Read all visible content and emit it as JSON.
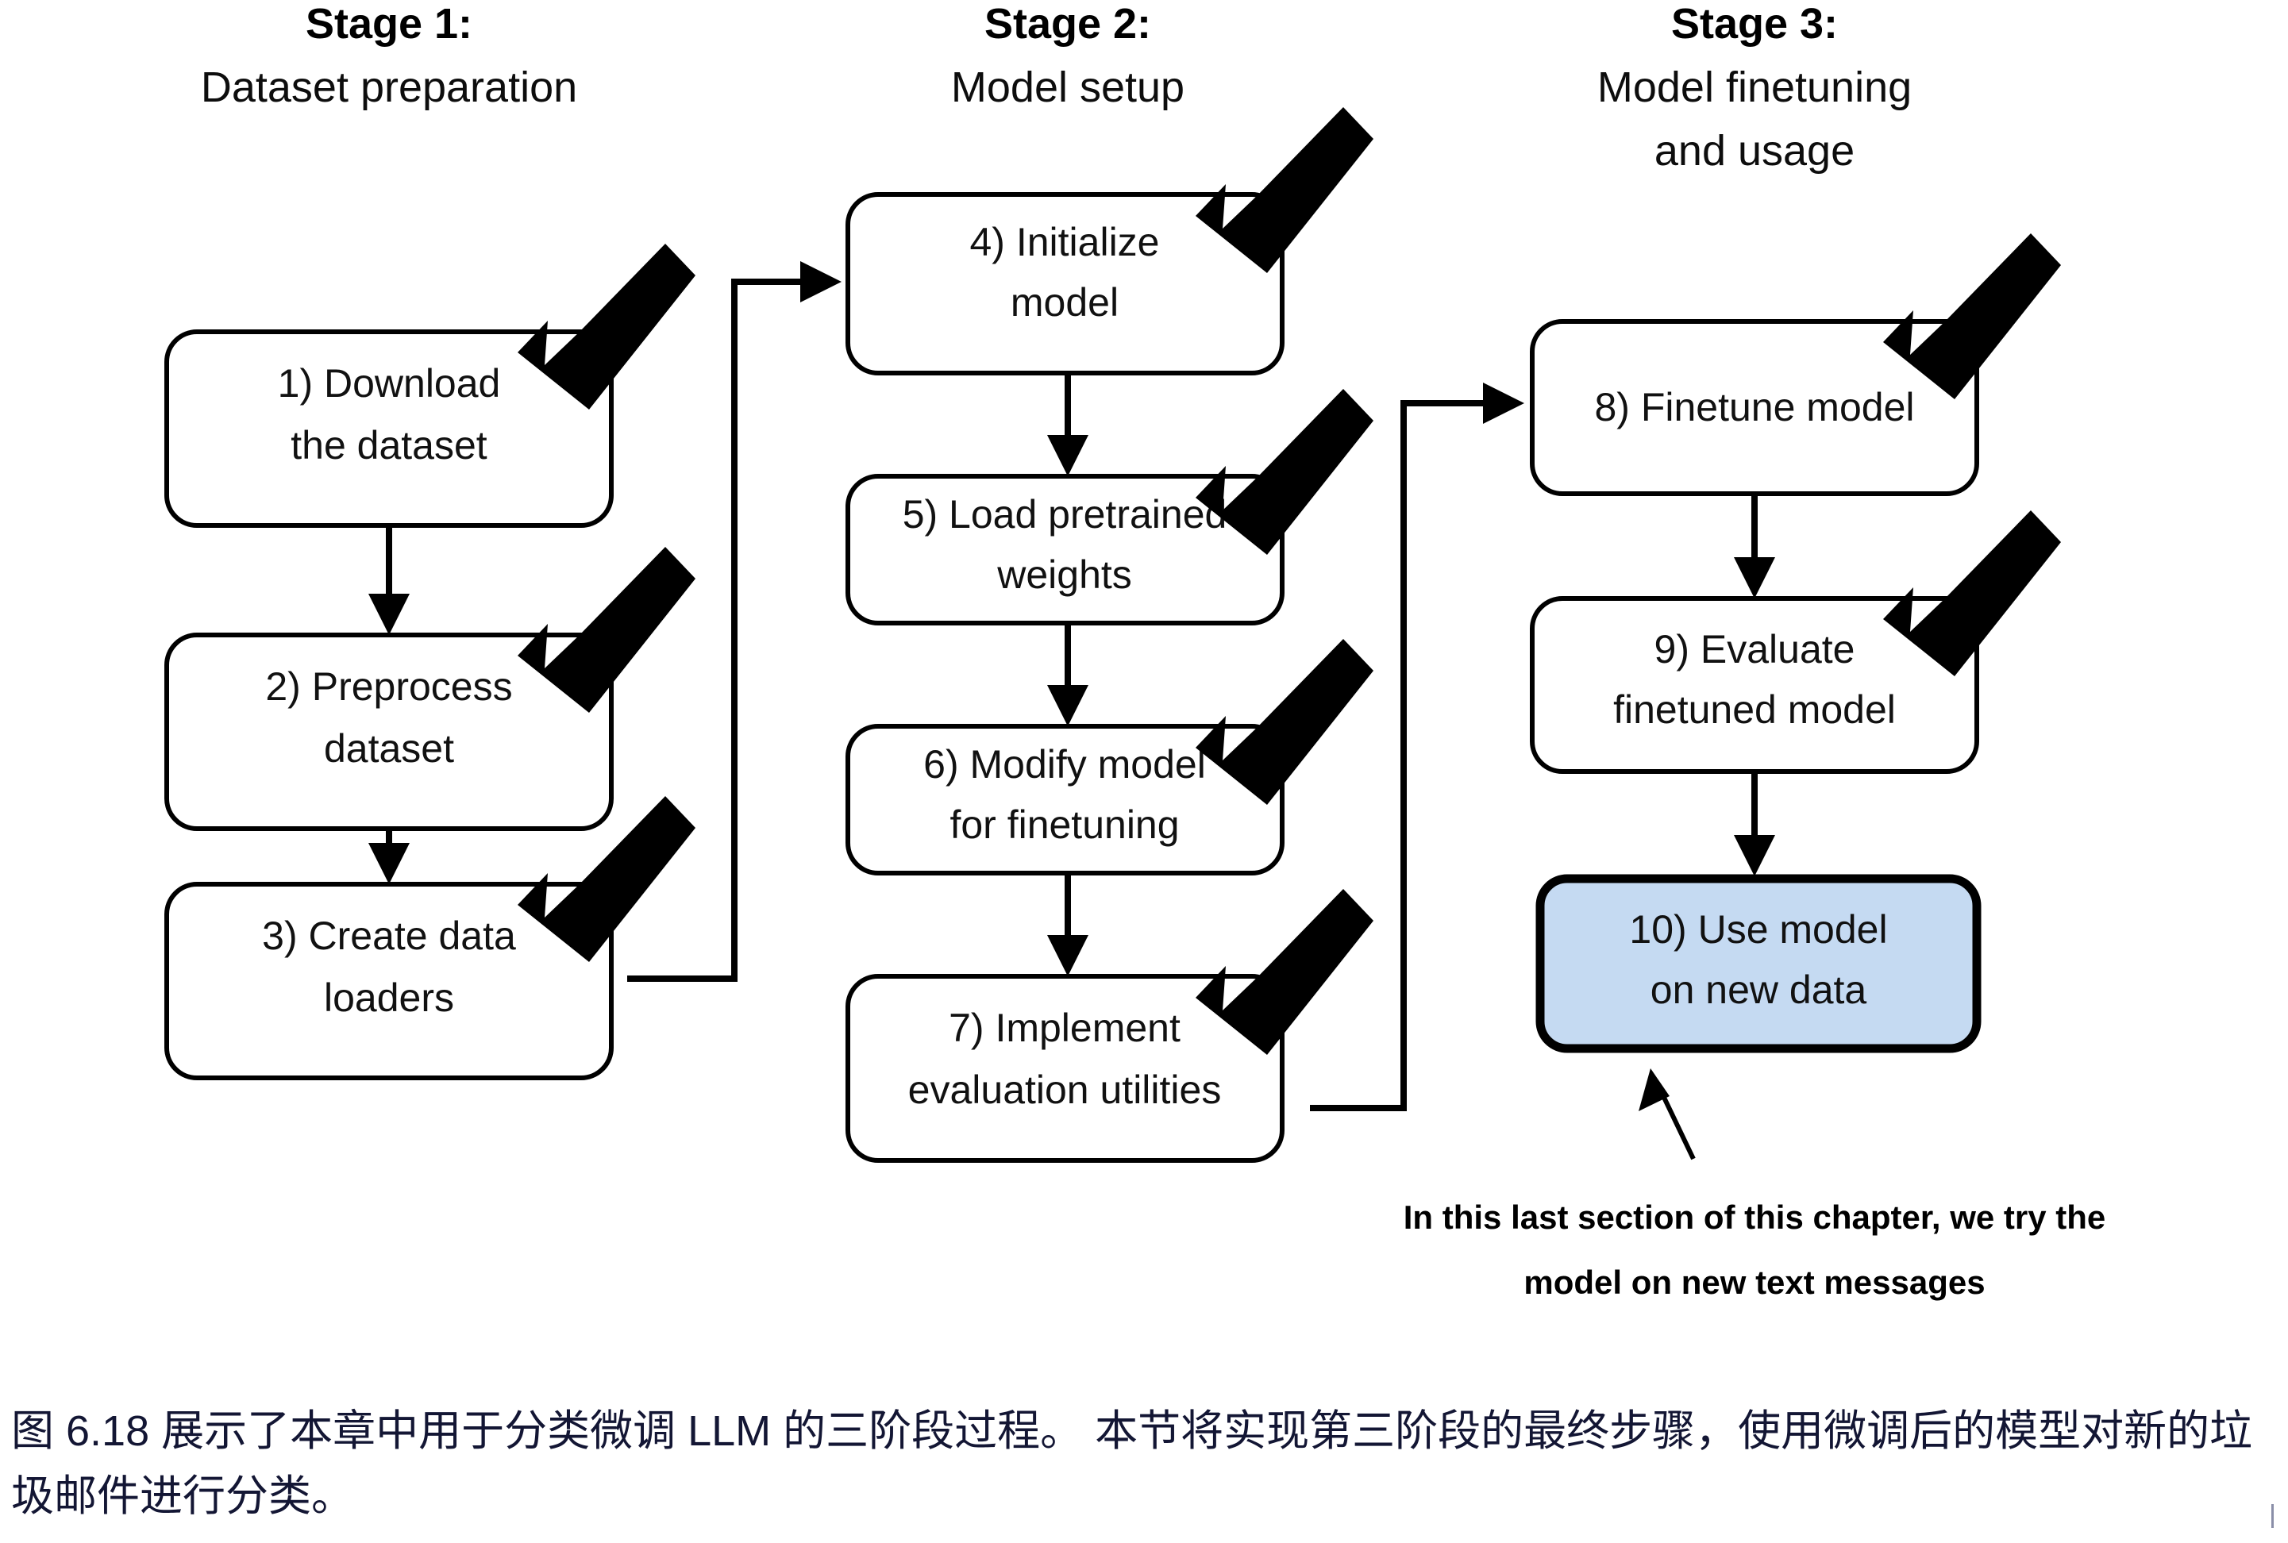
{
  "figure": {
    "title_id": "6.18",
    "stages": [
      {
        "id": "stage-1",
        "heading": "Stage 1:",
        "subheading": "Dataset preparation"
      },
      {
        "id": "stage-2",
        "heading": "Stage 2:",
        "subheading": "Model setup"
      },
      {
        "id": "stage-3",
        "heading": "Stage 3:",
        "subheading_line1": "Model finetuning",
        "subheading_line2": "and usage"
      }
    ],
    "nodes": [
      {
        "id": "node-1",
        "line1": "1) Download",
        "line2": "the dataset",
        "checked": true,
        "highlight": false
      },
      {
        "id": "node-2",
        "line1": "2) Preprocess",
        "line2": "dataset",
        "checked": true,
        "highlight": false
      },
      {
        "id": "node-3",
        "line1": "3) Create data",
        "line2": "loaders",
        "checked": true,
        "highlight": false
      },
      {
        "id": "node-4",
        "line1": "4) Initialize",
        "line2": "model",
        "checked": true,
        "highlight": false
      },
      {
        "id": "node-5",
        "line1": "5) Load pretrained",
        "line2": "weights",
        "checked": true,
        "highlight": false
      },
      {
        "id": "node-6",
        "line1": "6) Modify model",
        "line2": "for finetuning",
        "checked": true,
        "highlight": false
      },
      {
        "id": "node-7",
        "line1": "7) Implement",
        "line2": "evaluation utilities",
        "checked": true,
        "highlight": false
      },
      {
        "id": "node-8",
        "line1": "8) Finetune model",
        "line2": "",
        "checked": true,
        "highlight": false
      },
      {
        "id": "node-9",
        "line1": "9) Evaluate",
        "line2": "finetuned model",
        "checked": true,
        "highlight": false
      },
      {
        "id": "node-10",
        "line1": "10) Use model",
        "line2": "on new data",
        "checked": false,
        "highlight": true
      }
    ],
    "annotation": {
      "line1": "In this last section of this chapter, we try the",
      "line2": "model on new text messages"
    },
    "colors": {
      "highlight_fill": "#c5daf2",
      "stroke": "#000000",
      "caption_text": "#131634"
    }
  },
  "caption": {
    "text": "图 6.18 展示了本章中用于分类微调 LLM 的三阶段过程。 本节将实现第三阶段的最终步骤，使用微调后的模型对新的垃圾邮件进行分类。"
  }
}
